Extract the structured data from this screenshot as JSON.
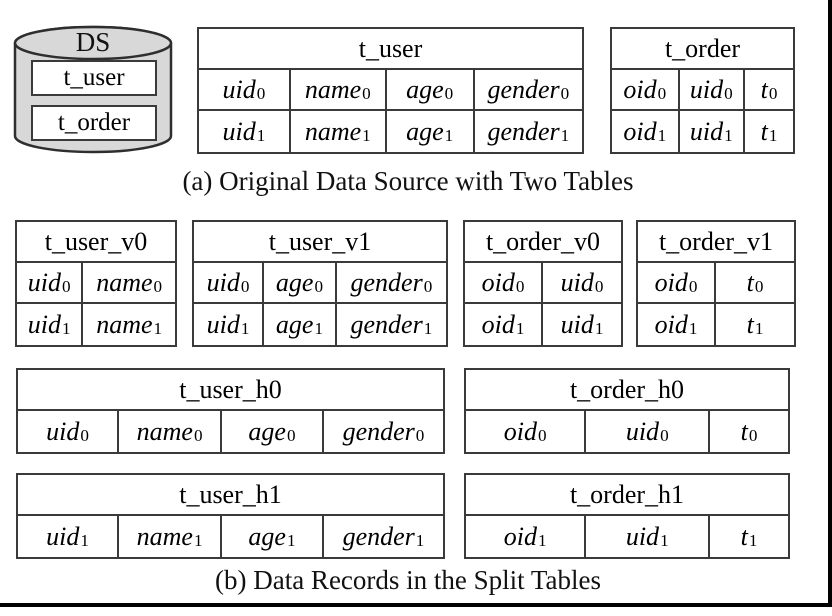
{
  "captions": {
    "a": "(a) Original Data Source with Two Tables",
    "b": "(b) Data Records in the Split Tables"
  },
  "datasource": {
    "label": "DS",
    "items": [
      "t_user",
      "t_order"
    ]
  },
  "tables_a": [
    {
      "id": "t_user",
      "title": "t_user",
      "rows": [
        [
          "uid|0",
          "name|0",
          "age|0",
          "gender|0"
        ],
        [
          "uid|1",
          "name|1",
          "age|1",
          "gender|1"
        ]
      ]
    },
    {
      "id": "t_order",
      "title": "t_order",
      "rows": [
        [
          "oid|0",
          "uid|0",
          "t|0"
        ],
        [
          "oid|1",
          "uid|1",
          "t|1"
        ]
      ]
    }
  ],
  "tables_b": [
    {
      "id": "t_user_v0",
      "title": "t_user_v0",
      "rows": [
        [
          "uid|0",
          "name|0"
        ],
        [
          "uid|1",
          "name|1"
        ]
      ]
    },
    {
      "id": "t_user_v1",
      "title": "t_user_v1",
      "rows": [
        [
          "uid|0",
          "age|0",
          "gender|0"
        ],
        [
          "uid|1",
          "age|1",
          "gender|1"
        ]
      ]
    },
    {
      "id": "t_order_v0",
      "title": "t_order_v0",
      "rows": [
        [
          "oid|0",
          "uid|0"
        ],
        [
          "oid|1",
          "uid|1"
        ]
      ]
    },
    {
      "id": "t_order_v1",
      "title": "t_order_v1",
      "rows": [
        [
          "oid|0",
          "t|0"
        ],
        [
          "oid|1",
          "t|1"
        ]
      ]
    },
    {
      "id": "t_user_h0",
      "title": "t_user_h0",
      "rows": [
        [
          "uid|0",
          "name|0",
          "age|0",
          "gender|0"
        ]
      ]
    },
    {
      "id": "t_order_h0",
      "title": "t_order_h0",
      "rows": [
        [
          "oid|0",
          "uid|0",
          "t|0"
        ]
      ]
    },
    {
      "id": "t_user_h1",
      "title": "t_user_h1",
      "rows": [
        [
          "uid|1",
          "name|1",
          "age|1",
          "gender|1"
        ]
      ]
    },
    {
      "id": "t_order_h1",
      "title": "t_order_h1",
      "rows": [
        [
          "oid|1",
          "uid|1",
          "t|1"
        ]
      ]
    }
  ],
  "colors": {
    "table_border": "#3a3a3a",
    "frame": "#000000",
    "cylinder_fill": "#d8d8d8",
    "text": "#000000"
  }
}
